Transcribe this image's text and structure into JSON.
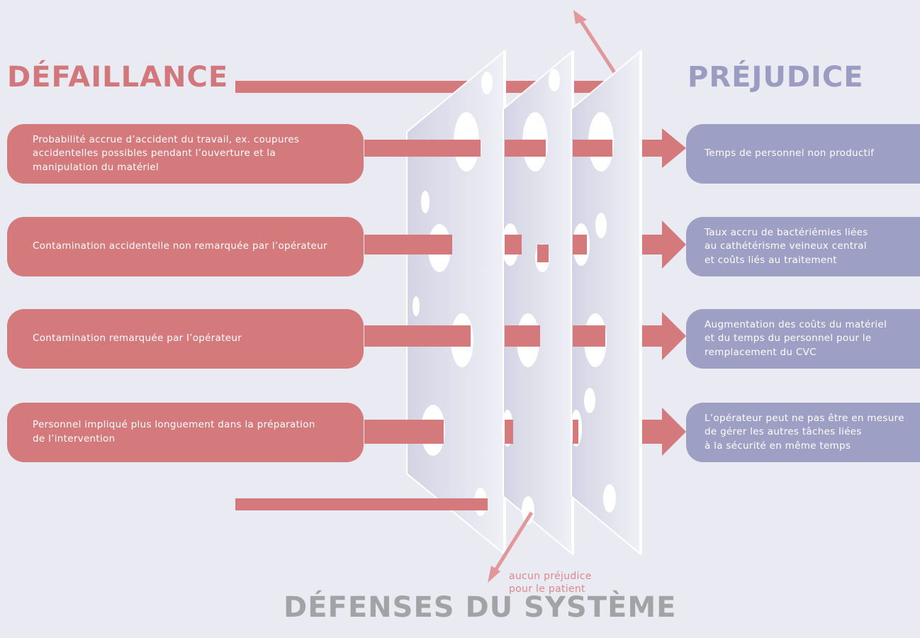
{
  "headings": {
    "failure": "DÉFAILLANCE",
    "harm": "PRÉJUDICE",
    "defenses": "DÉFENSES DU SYSTÈME"
  },
  "failures": [
    "Probabilité accrue d’accident du travail, ex. coupures\naccidentelles possibles pendant l’ouverture et la\nmanipulation du matériel",
    "Contamination accidentelle non remarquée par l’opérateur",
    "Contamination remarquée par l’opérateur",
    "Personnel impliqué plus longuement dans la préparation\nde l’intervention"
  ],
  "harms": [
    "Temps de personnel non productif",
    "Taux accru de bactériémies liées\nau cathétérisme veineux central\net coûts liés au traitement",
    "Augmentation des coûts du matériel\net du temps du personnel pour le\nremplacement du CVC",
    "L’opérateur peut ne pas être en mesure\nde gérer les autres tâches liées\nà la sécurité en même temps"
  ],
  "no_harm_note": "aucun préjudice\npour le patient",
  "colors": {
    "background": "#eaeaf2",
    "failure": "#d47a7d",
    "harm": "#9d9fc4",
    "defenses_heading": "#a3a3a5",
    "slice": "#e6e6f2"
  }
}
